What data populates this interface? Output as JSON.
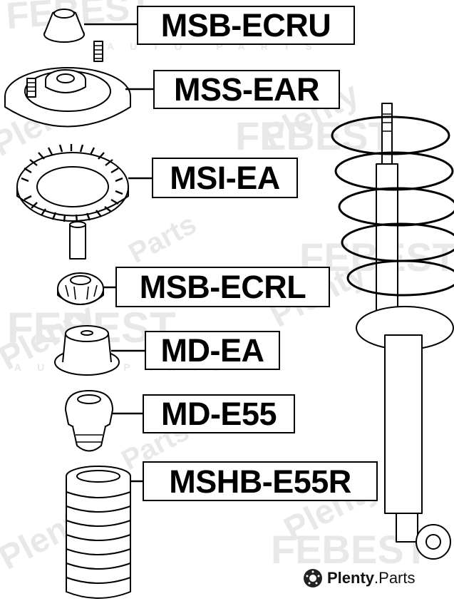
{
  "parts": [
    {
      "id": "msb-ecru",
      "label": "MSB-ECRU"
    },
    {
      "id": "mss-ear",
      "label": "MSS-EAR"
    },
    {
      "id": "msi-ea",
      "label": "MSI-EA"
    },
    {
      "id": "msb-ecrl",
      "label": "MSB-ECRL"
    },
    {
      "id": "md-ea",
      "label": "MD-EA"
    },
    {
      "id": "md-e55",
      "label": "MD-E55"
    },
    {
      "id": "mshb-e55r",
      "label": "MSHB-E55R"
    }
  ],
  "watermark": {
    "brand": "Plenty",
    "suffix": "Parts",
    "sub_brand": "FEBEST",
    "sub_text": "AUTO PARTS"
  },
  "footer": {
    "brand": "Plenty",
    "suffix": ".Parts"
  },
  "colors": {
    "line": "#000000",
    "label_border": "#000000",
    "watermark": "#e3e3e3",
    "background": "#ffffff"
  }
}
